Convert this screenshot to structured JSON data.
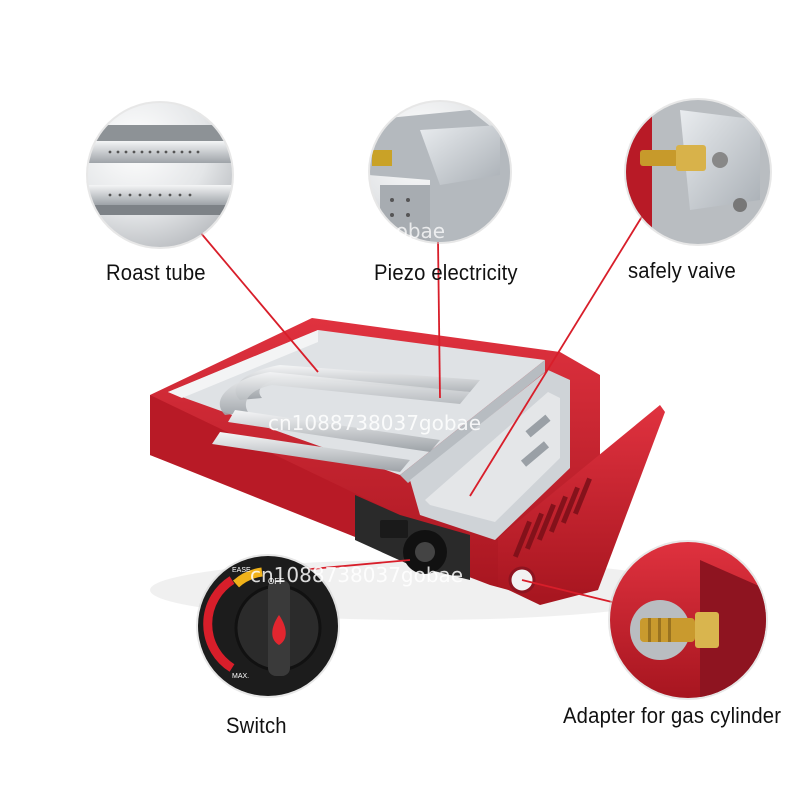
{
  "labels": {
    "roast_tube": "Roast tube",
    "piezo": "Piezo electricity",
    "valve": "safely vaive",
    "switch": "Switch",
    "adapter": "Adapter for gas cylinder"
  },
  "watermark": "cn1088738037gobae",
  "knob": {
    "off": "OFF",
    "ease": "EASE",
    "max": "MAX."
  },
  "colors": {
    "body_red": "#c8202e",
    "dark_red": "#8e1420",
    "steel": "#c9ced3",
    "leader_line": "#d81e2a"
  }
}
